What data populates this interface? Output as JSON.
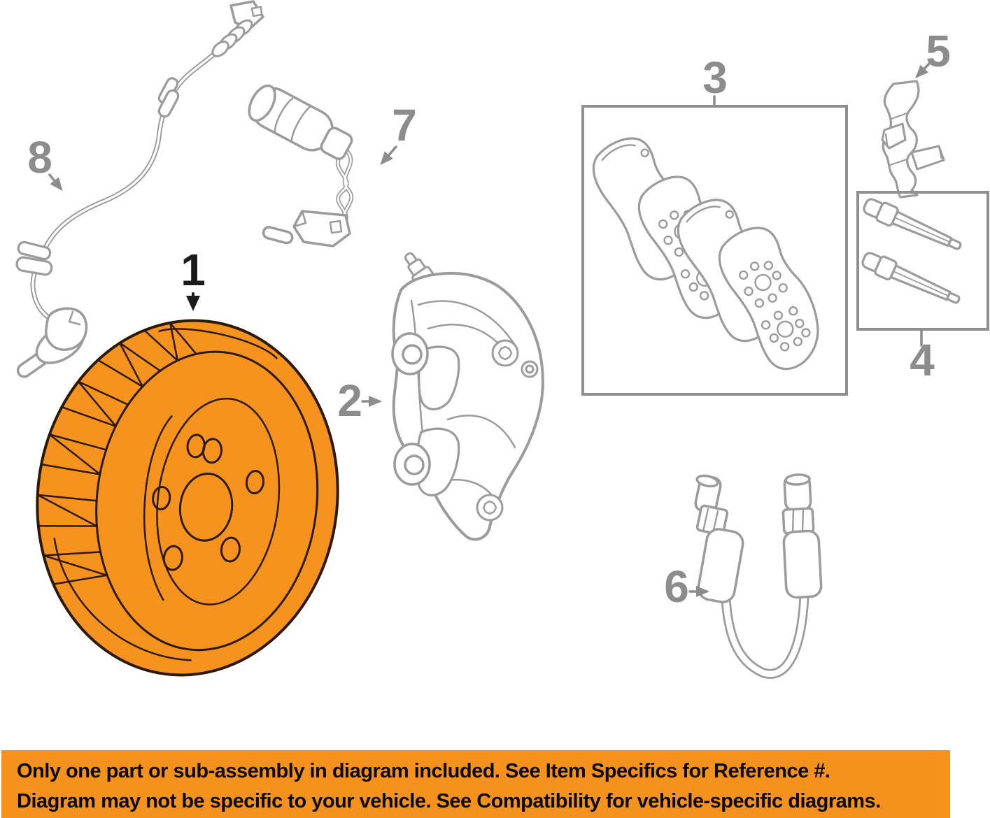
{
  "page": {
    "type": "auto-parts-diagram-image",
    "background": "#ffffff"
  },
  "callouts": [
    {
      "label": "1",
      "part": "disc-brake-rotor",
      "highlighted": true
    },
    {
      "label": "2",
      "part": "brake-caliper",
      "highlighted": false
    },
    {
      "label": "3",
      "part": "brake-pad-set",
      "highlighted": false
    },
    {
      "label": "4",
      "part": "caliper-guide-pin-set",
      "highlighted": false
    },
    {
      "label": "5",
      "part": "pad-retaining-clip",
      "highlighted": false
    },
    {
      "label": "6",
      "part": "brake-hydraulic-hose",
      "highlighted": false
    },
    {
      "label": "7",
      "part": "brake-pad-wear-sensor",
      "highlighted": false
    },
    {
      "label": "8",
      "part": "abs-wheel-speed-sensor-harness",
      "highlighted": false
    }
  ],
  "colors": {
    "highlight_orange": "#F6921E",
    "banner_orange": "#F5921E",
    "line_art_gray": "#9b9b9b",
    "box_border_gray": "#8f8f8f",
    "callout_gray": "#8c8c8c",
    "callout_black": "#1b1b1b",
    "rotor_outline": "#2b1a00",
    "banner_text": "#0d0a05"
  },
  "banner": {
    "line1": "Only one part or sub-assembly in diagram included. See Item Specifics for Reference #.",
    "line2": "Diagram may not be specific to your vehicle. See Compatibility for vehicle-specific diagrams."
  }
}
